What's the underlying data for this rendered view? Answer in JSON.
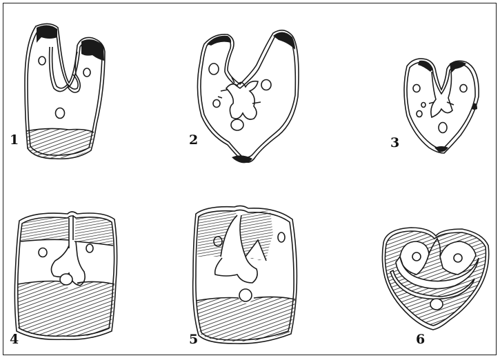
{
  "figure": {
    "panels": [
      {
        "id": 1,
        "label": "1"
      },
      {
        "id": 2,
        "label": "2"
      },
      {
        "id": 3,
        "label": "3"
      },
      {
        "id": 4,
        "label": "4"
      },
      {
        "id": 5,
        "label": "5"
      },
      {
        "id": 6,
        "label": "6"
      }
    ],
    "colors": {
      "ink": "#1a1a1a",
      "paper": "#ffffff"
    }
  }
}
